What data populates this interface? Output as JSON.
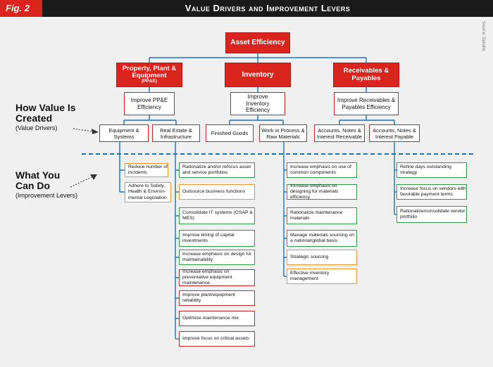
{
  "header": {
    "fig_label": "Fig. 2",
    "title": "Value Drivers and Improvement Levers"
  },
  "source_credit": "Source: Deloitte",
  "root": {
    "label": "Asset Efficiency"
  },
  "categories": [
    {
      "title": "Property, Plant & Equipment",
      "subtitle": "(PP&E)",
      "objective": "Improve PP&E Efficiency"
    },
    {
      "title": "Inventory",
      "subtitle": "",
      "objective": "Improve Inventory Efficiency"
    },
    {
      "title": "Receivables & Payables",
      "subtitle": "",
      "objective": "Improve Receivables & Payables Efficiency"
    }
  ],
  "drivers": [
    "Equipment & Systems",
    "Real Estate & Infrastructure",
    "Finished Goods",
    "Work in Process & Raw Materials",
    "Accounts, Notes & Interest Receivable",
    "Accounts, Notes & Interest Payable"
  ],
  "side_labels": {
    "value_heading": "How Value Is Created",
    "value_sub": "(Value Drivers)",
    "action_heading": "What You Can Do",
    "action_sub": "(Improvement Levers)"
  },
  "lever_columns": {
    "equipment": [
      "Reduce number of incidents",
      "Adhere to Safety, Health & Environ-mental Legislation"
    ],
    "real_estate": [
      "Rationalize and/or refocus asset and service portfolios",
      "Outsource business functions",
      "Consolidate IT systems (GSAP & MES)",
      "Improve timing of capital investments",
      "Increase emphasis on design for maintainability",
      "Increase emphasis on preventative equipment maintenance",
      "Improve plant/equipment reliability",
      "Optimize maintenance mix",
      "Improve focus on critical assets"
    ],
    "wip": [
      "Increase emphasis on use of common components",
      "Increase emphasis on designing for materials efficiency",
      "Rationalize maintenance materials",
      "Manage materials sourcing on a national/global basis",
      "Strategic sourcing",
      "Effective inventory management"
    ],
    "payables": [
      "Refine days outstanding strategy",
      "Increase focus on vendors with favorable payment terms",
      "Rationalize/consolidate vendor portfolio"
    ]
  },
  "colors": {
    "red": "#d9251d",
    "dark": "#1a1a1a",
    "blue_line": "#1a73b5",
    "green": "#2f9a46",
    "orange": "#f0962d"
  }
}
